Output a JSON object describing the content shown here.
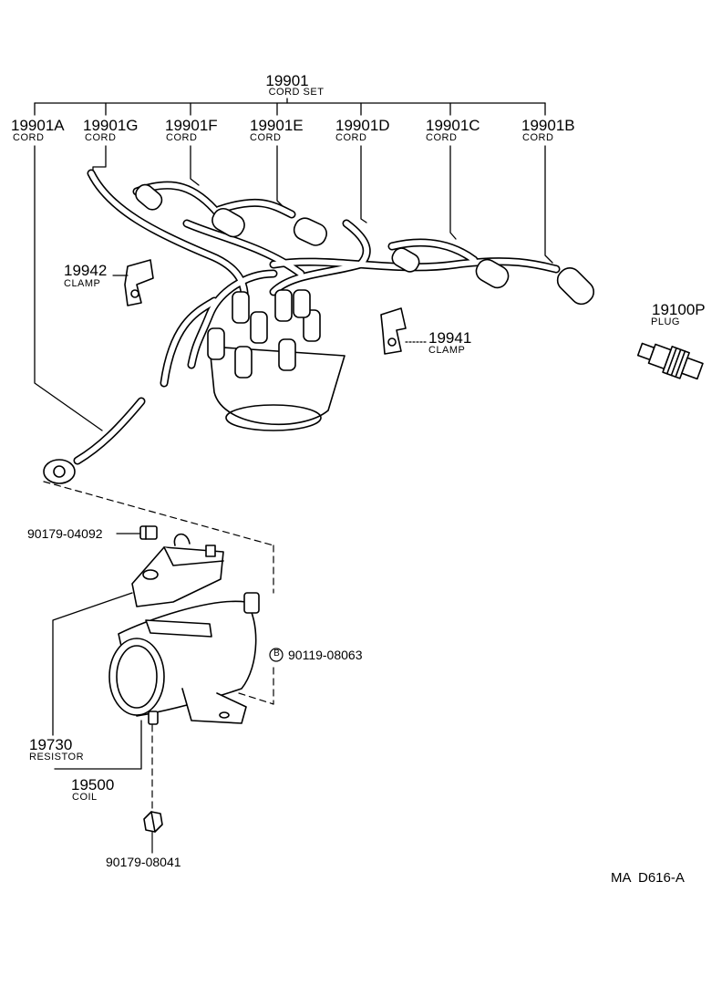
{
  "parts": {
    "cord_set": {
      "number": "19901",
      "desc": "CORD SET"
    },
    "cord_a": {
      "number": "19901A",
      "desc": "CORD"
    },
    "cord_g": {
      "number": "19901G",
      "desc": "CORD"
    },
    "cord_f": {
      "number": "19901F",
      "desc": "CORD"
    },
    "cord_e": {
      "number": "19901E",
      "desc": "CORD"
    },
    "cord_d": {
      "number": "19901D",
      "desc": "CORD"
    },
    "cord_c": {
      "number": "19901C",
      "desc": "CORD"
    },
    "cord_b": {
      "number": "19901B",
      "desc": "CORD"
    },
    "clamp_19942": {
      "number": "19942",
      "desc": "CLAMP"
    },
    "clamp_19941": {
      "number": "19941",
      "desc": "CLAMP"
    },
    "plug": {
      "number": "19100P",
      "desc": "PLUG"
    },
    "nut_top": {
      "number": "90179-04092"
    },
    "bolt": {
      "number": "90119-08063",
      "marker": "B"
    },
    "resistor": {
      "number": "19730",
      "desc": "RESISTOR"
    },
    "coil": {
      "number": "19500",
      "desc": "COIL"
    },
    "nut_bottom": {
      "number": "90179-08041"
    }
  },
  "diagram_code": "MA  D616-A"
}
